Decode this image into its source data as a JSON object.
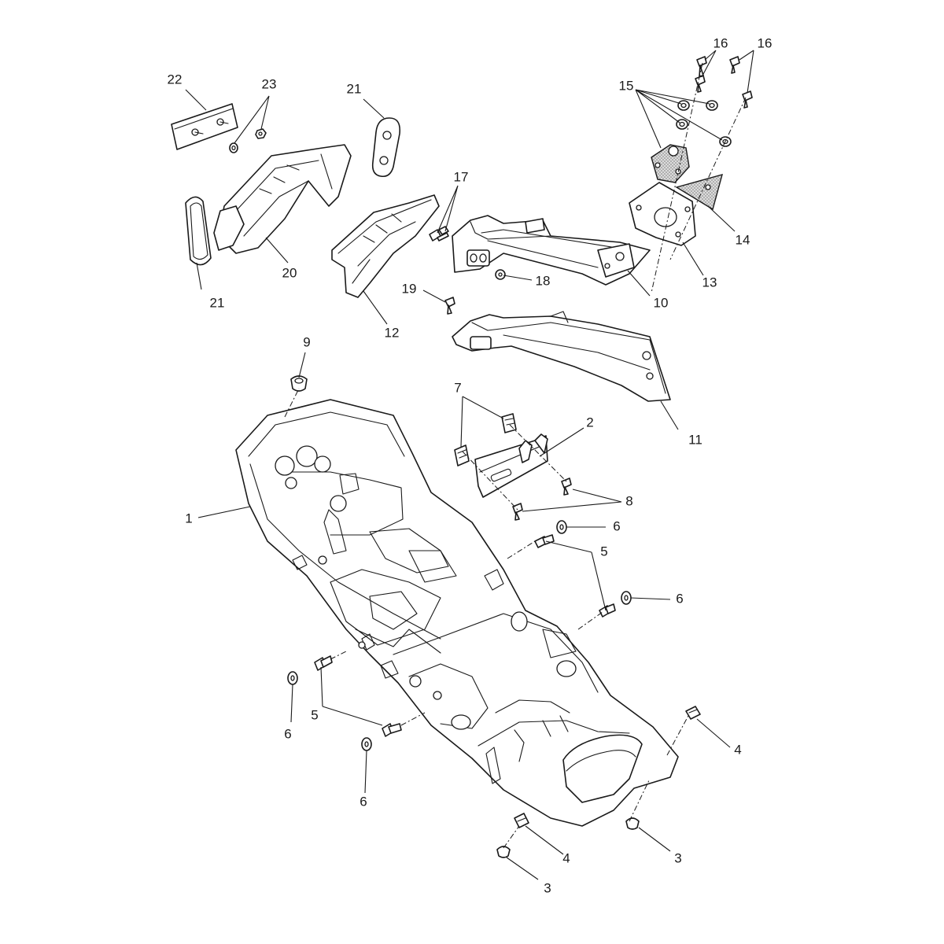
{
  "diagram": {
    "callouts": [
      {
        "id": "c1",
        "label": "1"
      },
      {
        "id": "c2",
        "label": "2"
      },
      {
        "id": "c3a",
        "label": "3"
      },
      {
        "id": "c3b",
        "label": "3"
      },
      {
        "id": "c4a",
        "label": "4"
      },
      {
        "id": "c4b",
        "label": "4"
      },
      {
        "id": "c5a",
        "label": "5"
      },
      {
        "id": "c5b",
        "label": "5"
      },
      {
        "id": "c6a",
        "label": "6"
      },
      {
        "id": "c6b",
        "label": "6"
      },
      {
        "id": "c6c",
        "label": "6"
      },
      {
        "id": "c6d",
        "label": "6"
      },
      {
        "id": "c7",
        "label": "7"
      },
      {
        "id": "c8",
        "label": "8"
      },
      {
        "id": "c9",
        "label": "9"
      },
      {
        "id": "c10",
        "label": "10"
      },
      {
        "id": "c11",
        "label": "11"
      },
      {
        "id": "c12",
        "label": "12"
      },
      {
        "id": "c13",
        "label": "13"
      },
      {
        "id": "c14",
        "label": "14"
      },
      {
        "id": "c15",
        "label": "15"
      },
      {
        "id": "c16a",
        "label": "16"
      },
      {
        "id": "c16b",
        "label": "16"
      },
      {
        "id": "c17",
        "label": "17"
      },
      {
        "id": "c18",
        "label": "18"
      },
      {
        "id": "c19",
        "label": "19"
      },
      {
        "id": "c20",
        "label": "20"
      },
      {
        "id": "c21a",
        "label": "21"
      },
      {
        "id": "c21b",
        "label": "21"
      },
      {
        "id": "c22",
        "label": "22"
      },
      {
        "id": "c23",
        "label": "23"
      }
    ]
  }
}
